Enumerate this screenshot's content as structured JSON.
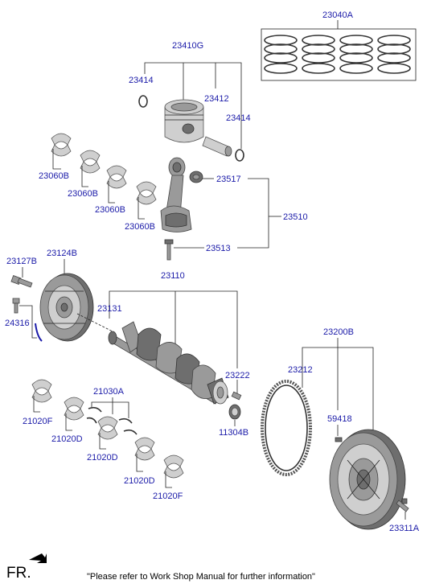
{
  "labels": {
    "piston_ring_set": "23040A",
    "piston_assy": "23410G",
    "snap_ring_left": "23414",
    "piston_pin": "23412",
    "snap_ring_right": "23414",
    "bearing_1": "23060B",
    "bearing_2": "23060B",
    "bearing_3": "23060B",
    "bearing_4": "23060B",
    "conrod_bushing": "23517",
    "conrod_assy": "23510",
    "conrod_bolt": "23513",
    "pulley_bolt": "23127B",
    "damper_pulley": "23124B",
    "pulley_pin": "24316",
    "crankshaft": "23110",
    "crank_key": "23131",
    "crank_pin": "23222",
    "thrust_bearing": "21030A",
    "main_bearing_1": "21020F",
    "main_bearing_2": "21020D",
    "main_bearing_3": "21020D",
    "main_bearing_4": "21020D",
    "main_bearing_5": "21020F",
    "seal": "11304B",
    "flywheel_assy": "23200B",
    "ring_gear": "23212",
    "dowel_pin": "59418",
    "flywheel_bolt": "23311A"
  },
  "footer": {
    "direction": "FR.",
    "note": "\"Please refer to Work Shop Manual for further information\""
  }
}
